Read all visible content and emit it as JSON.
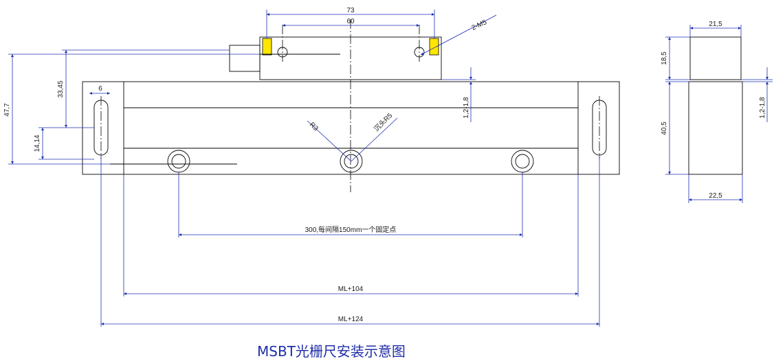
{
  "title": "MSBT光栅尺安装示意图",
  "dimensions": {
    "d73": "73",
    "d60": "60",
    "d2m5": "2-M5",
    "d6": "6",
    "d47_7": "47,7",
    "d33_45": "33,45",
    "d14_14": "14,14",
    "d1_2_1_8_main": "1,2-1,8",
    "dR3": "R3",
    "dCounterbore": "沉头R5",
    "d300": "300,每间隔150mm一个固定点",
    "dML104": "ML+104",
    "dML124": "ML+124",
    "d21_5": "21,5",
    "d18_5": "18,5",
    "d40_5": "40,5",
    "d22_5": "22,5",
    "d1_2_1_8_side": "1,2-1,8"
  },
  "colors": {
    "dimension": "#1c2fb0",
    "outline": "#000000",
    "title": "#1f2ea8",
    "highlight": "#ffe600"
  }
}
